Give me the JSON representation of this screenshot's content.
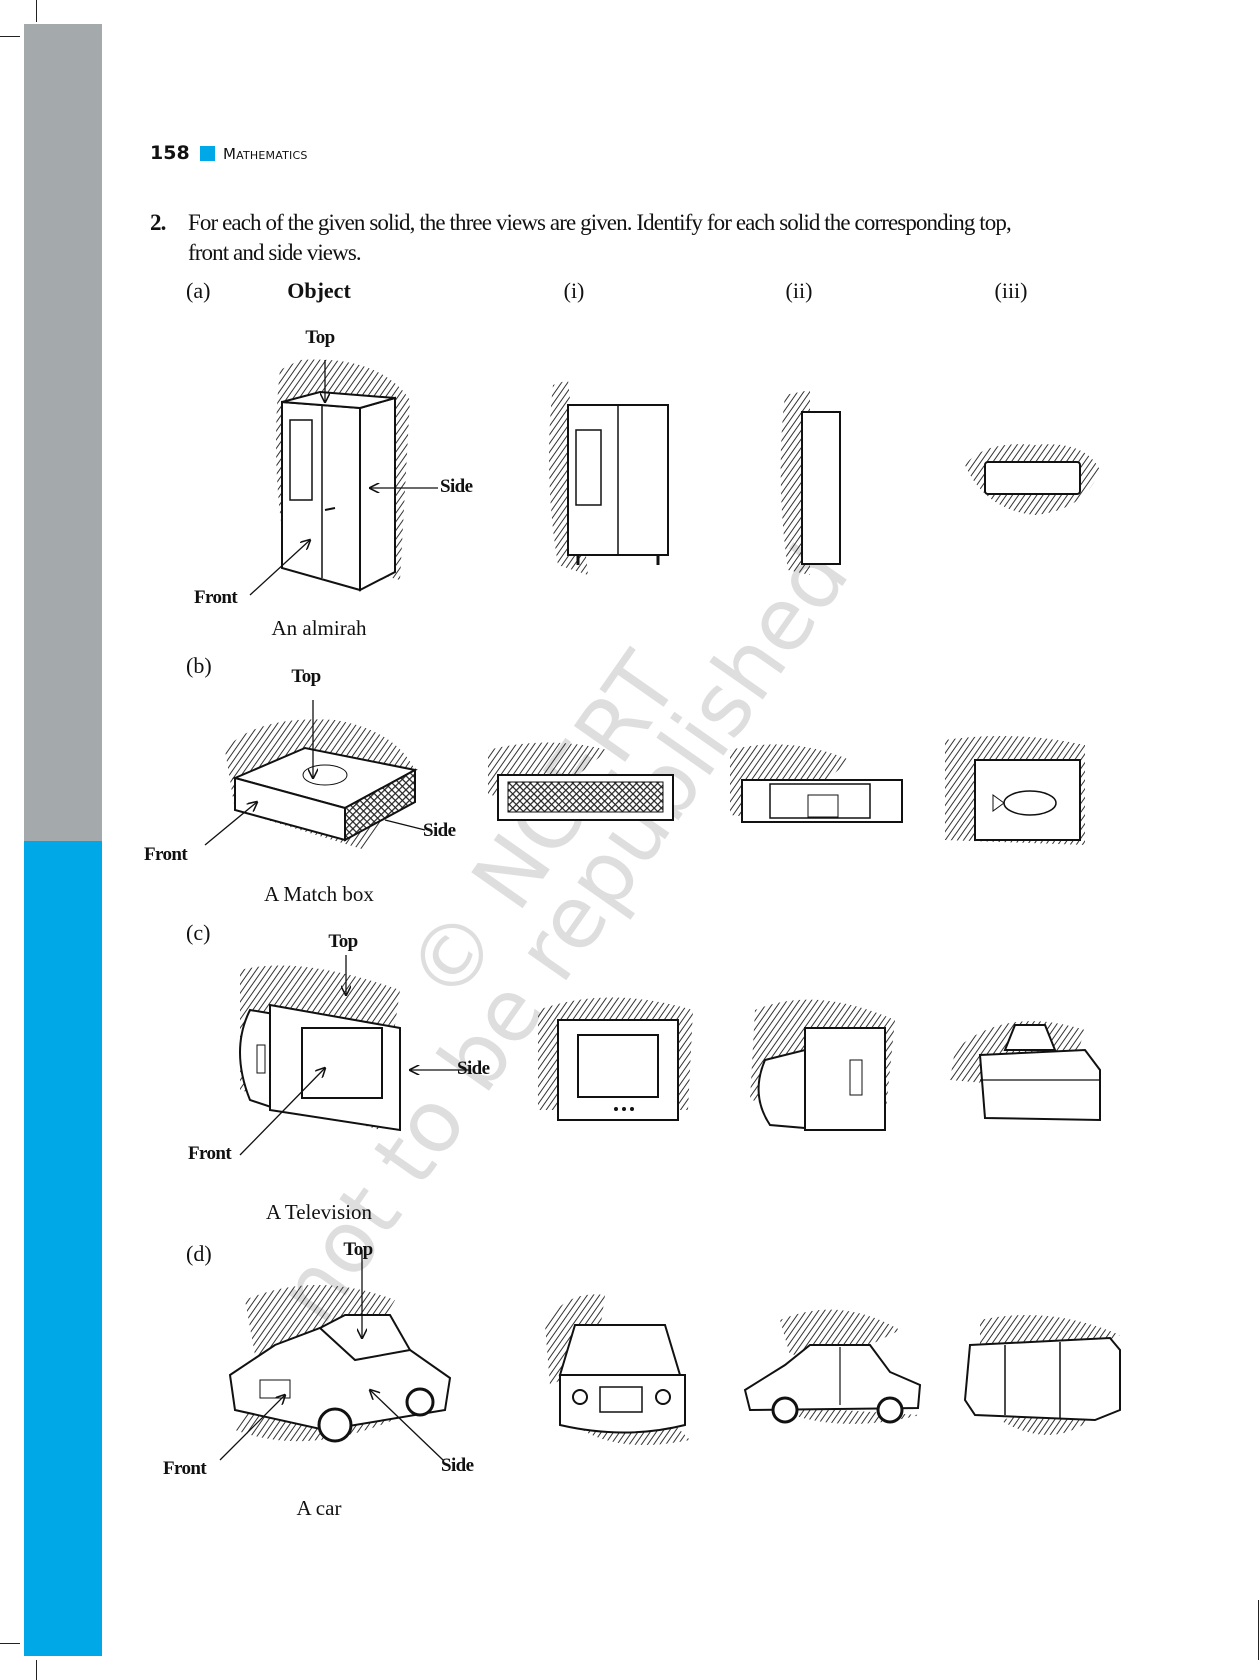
{
  "header": {
    "page_number": "158",
    "subject": "Mathematics",
    "accent_color": "#00a8e8"
  },
  "question": {
    "number": "2.",
    "line1": "For each of the given solid, the three views are given. Identify for each solid the corresponding top,",
    "line2": "front and side views."
  },
  "columns": {
    "object": "Object",
    "i": "(i)",
    "ii": "(ii)",
    "iii": "(iii)"
  },
  "items": [
    {
      "label": "(a)",
      "caption": "An almirah",
      "top": "Top",
      "front": "Front",
      "side": "Side"
    },
    {
      "label": "(b)",
      "caption": "A Match box",
      "top": "Top",
      "front": "Front",
      "side": "Side"
    },
    {
      "label": "(c)",
      "caption": "A Television",
      "top": "Top",
      "front": "Front",
      "side": "Side"
    },
    {
      "label": "(d)",
      "caption": "A car",
      "top": "Top",
      "front": "Front",
      "side": "Side"
    }
  ],
  "watermark": {
    "line1": "© NCERT",
    "line2": "not to be republished"
  }
}
